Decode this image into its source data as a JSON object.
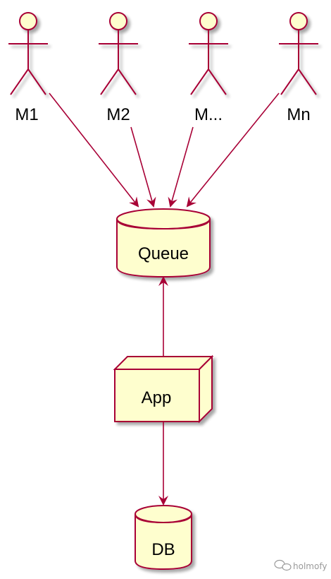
{
  "diagram": {
    "actors": [
      {
        "id": "m1",
        "label": "M1"
      },
      {
        "id": "m2",
        "label": "M2"
      },
      {
        "id": "m3",
        "label": "M..."
      },
      {
        "id": "mn",
        "label": "Mn"
      }
    ],
    "queue": {
      "label": "Queue",
      "shape": "database"
    },
    "app": {
      "label": "App",
      "shape": "node"
    },
    "db": {
      "label": "DB",
      "shape": "database"
    },
    "edges": [
      {
        "from": "M1",
        "to": "Queue"
      },
      {
        "from": "M2",
        "to": "Queue"
      },
      {
        "from": "M...",
        "to": "Queue"
      },
      {
        "from": "Mn",
        "to": "Queue"
      },
      {
        "from": "App",
        "to": "Queue"
      },
      {
        "from": "App",
        "to": "DB"
      }
    ]
  },
  "watermark": {
    "text": "holmofy",
    "icon": "wechat-icon"
  },
  "colors": {
    "fill": "#FEFECE",
    "border": "#A80036",
    "shadow": "#C9C9C9"
  }
}
